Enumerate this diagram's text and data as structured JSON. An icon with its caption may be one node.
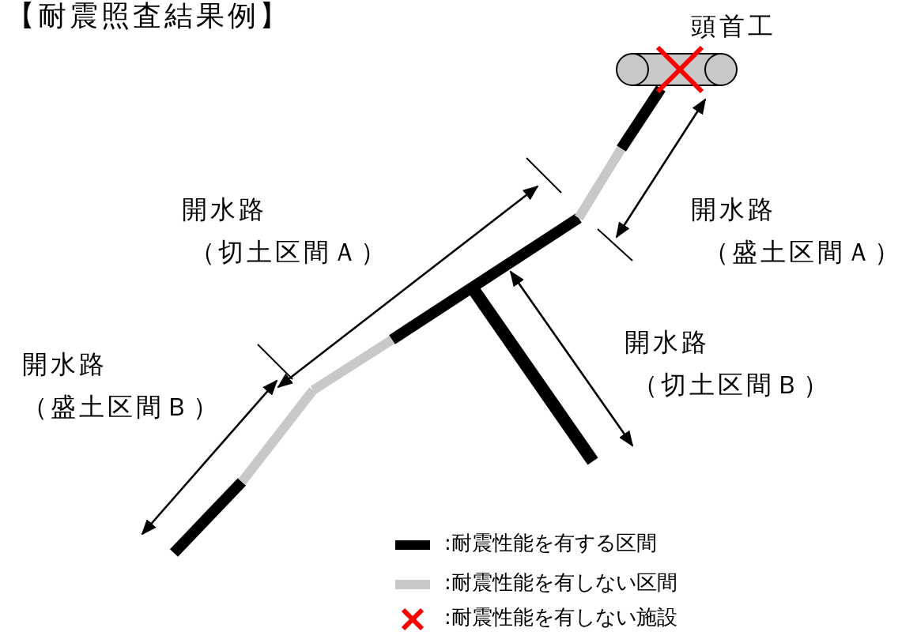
{
  "diagram": {
    "title": "【耐震照査結果例】",
    "labels": [
      "頭首工",
      "開水路",
      "（切土区間Ａ）",
      "開水路",
      "（盛土区間Ａ）",
      "開水路",
      "（盛土区間Ｂ）",
      "開水路",
      "（切土区間Ｂ）"
    ],
    "legend": [
      {
        "text": ":耐震性能を有する区間",
        "color": "#000000"
      },
      {
        "text": ":耐震性能を有しない区間",
        "color": "#c8c8c8"
      },
      {
        "text": ":耐震性能を有しない施設"
      }
    ]
  }
}
